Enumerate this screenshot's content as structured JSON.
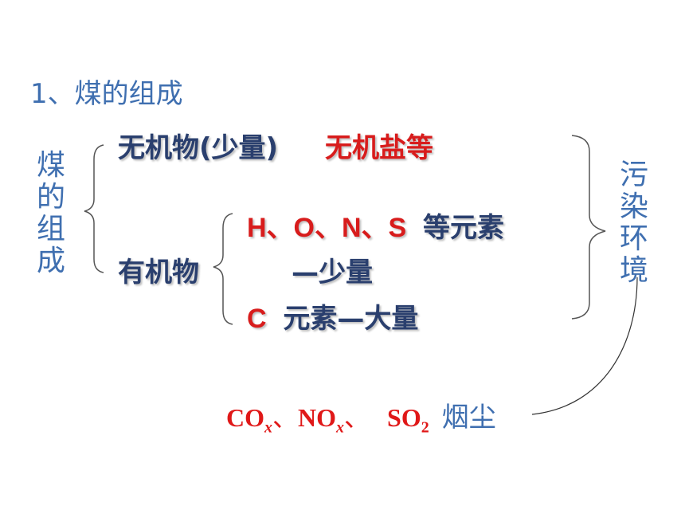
{
  "title": "1、煤的组成",
  "left_vertical": [
    "煤",
    "的",
    "组",
    "成"
  ],
  "right_vertical": [
    "污",
    "染",
    "环",
    "境"
  ],
  "inorganic": {
    "label": "无机物(少量)",
    "detail": "无机盐等"
  },
  "organic": {
    "label": "有机物",
    "elements_minor_symbols": "H、O、N、S",
    "elements_minor_suffix": "等元素",
    "minor_amount": "—少量",
    "element_major_symbol": "C",
    "element_major_suffix": "元素—大量"
  },
  "pollutants": {
    "co": "CO",
    "nox": "NO",
    "so2": "SO",
    "sub_x": "x",
    "sub_2": "2",
    "sep": "、",
    "dust": "烟尘"
  }
}
